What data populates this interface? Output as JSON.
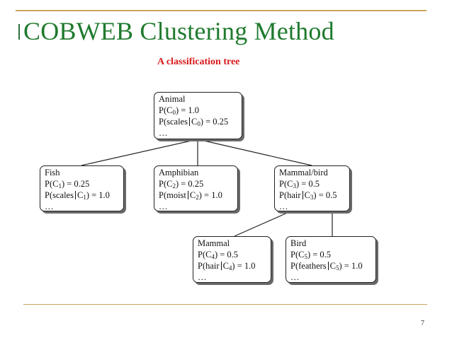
{
  "slide": {
    "title": "COBWEB Clustering Method",
    "subtitle": "A classification tree",
    "page_number": "7"
  },
  "tree": {
    "animal": {
      "name": "Animal",
      "p_label": "P(C",
      "p_sub": "0",
      "p_val": ") = 1.0",
      "cond_pre": "P(scales",
      "cond_mid": "C",
      "cond_sub": "0",
      "cond_post": ") = 0.25",
      "more": "…"
    },
    "fish": {
      "name": "Fish",
      "p_label": "P(C",
      "p_sub": "1",
      "p_val": ") = 0.25",
      "cond_pre": "P(scales",
      "cond_mid": "C",
      "cond_sub": "1",
      "cond_post": ") = 1.0",
      "more": "…"
    },
    "amphibian": {
      "name": "Amphibian",
      "p_label": "P(C",
      "p_sub": "2",
      "p_val": ") = 0.25",
      "cond_pre": "P(moist",
      "cond_mid": "C",
      "cond_sub": "2",
      "cond_post": ") = 1.0",
      "more": "…"
    },
    "mammalbird": {
      "name": "Mammal/bird",
      "p_label": "P(C",
      "p_sub": "3",
      "p_val": ") = 0.5",
      "cond_pre": "P(hair",
      "cond_mid": "C",
      "cond_sub": "3",
      "cond_post": ") = 0.5",
      "more": "…"
    },
    "mammal": {
      "name": "Mammal",
      "p_label": "P(C",
      "p_sub": "4",
      "p_val": ") = 0.5",
      "cond_pre": "P(hair",
      "cond_mid": "C",
      "cond_sub": "4",
      "cond_post": ") = 1.0",
      "more": "…"
    },
    "bird": {
      "name": "Bird",
      "p_label": "P(C",
      "p_sub": "5",
      "p_val": ") = 0.5",
      "cond_pre": "P(feathers",
      "cond_mid": "C",
      "cond_sub": "5",
      "cond_post": ") = 1.0",
      "more": "…"
    }
  },
  "colors": {
    "title": "#1f7a2e",
    "subtitle": "#d8181b",
    "rule": "#c8a65a"
  }
}
